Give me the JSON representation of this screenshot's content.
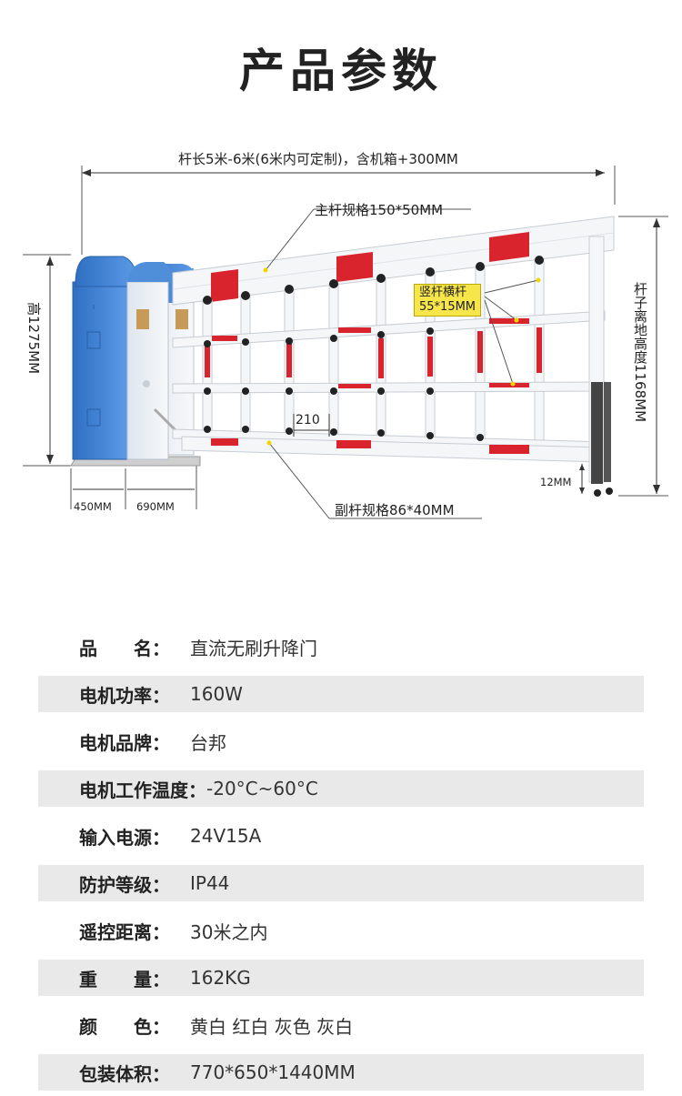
{
  "page_title": "产品参数",
  "dimensions": {
    "total_length": "杆长5米-6米(6米内可定制)，含机箱+300MM",
    "main_pole": "主杆规格150*50MM",
    "vertical_bar_line1": "竖杆横杆",
    "vertical_bar_line2": "55*15MM",
    "spacing": "210",
    "sub_pole": "副杆规格86*40MM",
    "cabinet_height": "高1275MM",
    "pole_height": "杆子离地高度1168MM",
    "ground_gap": "12MM",
    "cabinet_depth": "450MM",
    "base_width": "690MM"
  },
  "specs": [
    {
      "key": "品　　名：",
      "value": "直流无刷升降门",
      "shaded": false
    },
    {
      "key": "电机功率：",
      "value": "160W",
      "shaded": true
    },
    {
      "key": "电机品牌：",
      "value": "台邦",
      "shaded": false
    },
    {
      "key": "电机工作温度：",
      "value": "-20°C~60°C",
      "shaded": true
    },
    {
      "key": "输入电源：",
      "value": "24V15A",
      "shaded": false
    },
    {
      "key": "防护等级：",
      "value": "IP44",
      "shaded": true
    },
    {
      "key": "遥控距离：",
      "value": "30米之内",
      "shaded": false
    },
    {
      "key": "重　　量：",
      "value": "162KG",
      "shaded": true
    },
    {
      "key": "颜　　色：",
      "value": "黄白 红白 灰色 灰白",
      "shaded": false
    },
    {
      "key": "包装体积：",
      "value": "770*650*1440MM",
      "shaded": true
    }
  ],
  "colors": {
    "cabinet_blue": "#3b7fd0",
    "reflector_red": "#d9232d",
    "callout_yellow": "#f7e64a",
    "row_shade": "#e9e9e9"
  }
}
